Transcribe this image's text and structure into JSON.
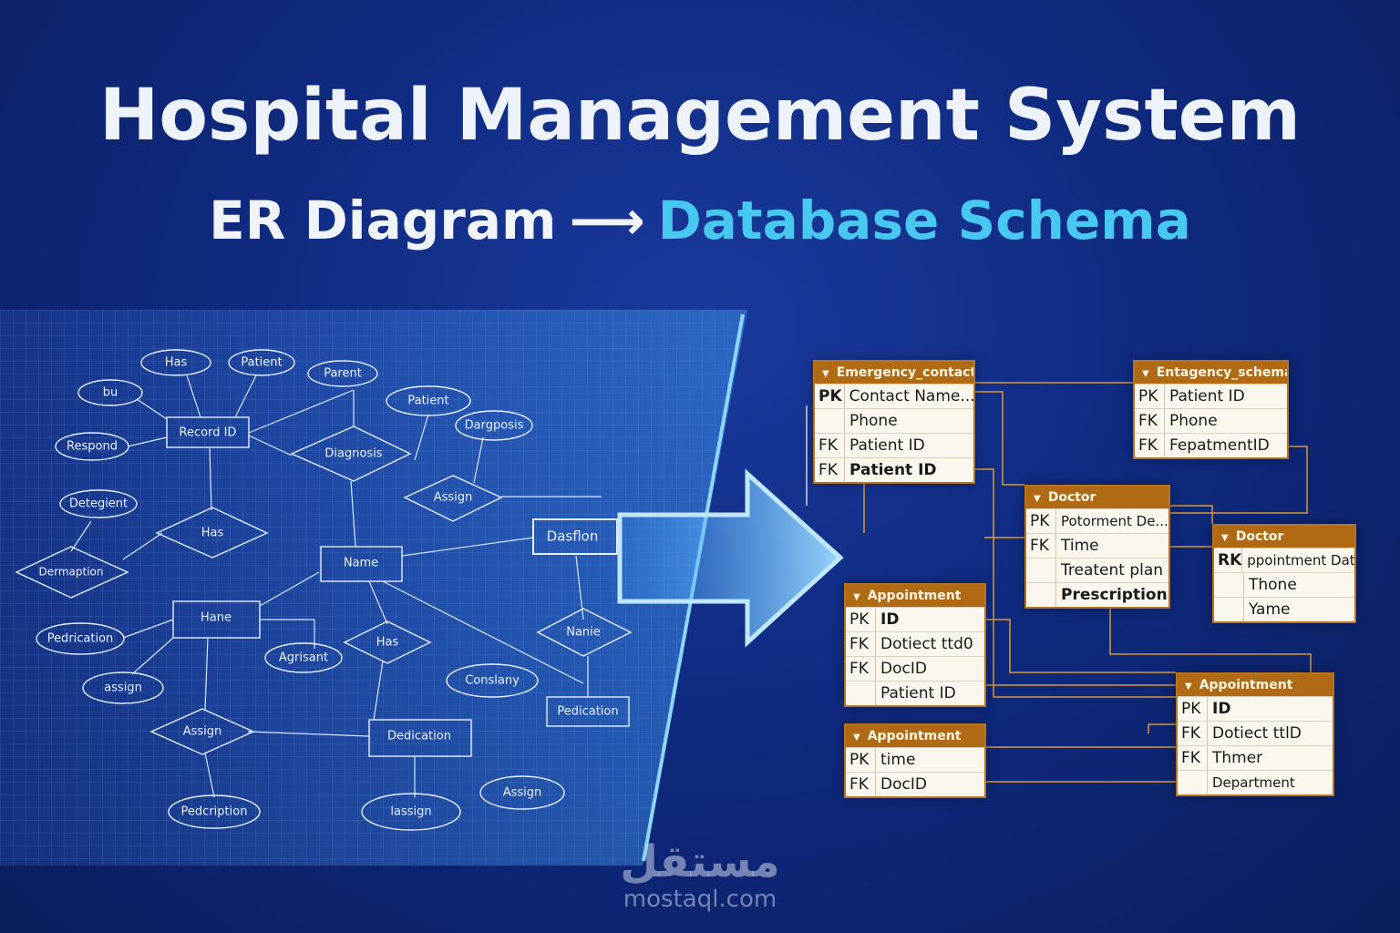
{
  "header": {
    "title": "Hospital Management System",
    "subtitle_left": "ER Diagram",
    "subtitle_arrow": "⟶",
    "subtitle_right": "Database Schema"
  },
  "er_diagram": {
    "nodes": [
      {
        "label": "Has"
      },
      {
        "label": "Patient"
      },
      {
        "label": "Parent"
      },
      {
        "label": "bu"
      },
      {
        "label": "Record ID"
      },
      {
        "label": "Patient"
      },
      {
        "label": "Diagnosis"
      },
      {
        "label": "Dargposis"
      },
      {
        "label": "Respond"
      },
      {
        "label": "Assign"
      },
      {
        "label": "Detegient"
      },
      {
        "label": "Has"
      },
      {
        "label": "Dasflon"
      },
      {
        "label": "Dermaption"
      },
      {
        "label": "Name"
      },
      {
        "label": "Hane"
      },
      {
        "label": "Pedrication"
      },
      {
        "label": "Agrisant"
      },
      {
        "label": "Has"
      },
      {
        "label": "Nanie"
      },
      {
        "label": "assign"
      },
      {
        "label": "Conslany"
      },
      {
        "label": "Pedication"
      },
      {
        "label": "Assign"
      },
      {
        "label": "Dedication"
      },
      {
        "label": "Assign"
      },
      {
        "label": "Pedcription"
      },
      {
        "label": "lassign"
      }
    ]
  },
  "schema": {
    "tables": [
      {
        "name": "Emergency_contact",
        "rows": [
          {
            "key": "PK",
            "col": "Contact Name..."
          },
          {
            "key": "",
            "col": "Phone"
          },
          {
            "key": "FK",
            "col": "Patient ID"
          },
          {
            "key": "FK",
            "col": "Patient ID"
          }
        ]
      },
      {
        "name": "Entagency_schema",
        "rows": [
          {
            "key": "PK",
            "col": "Patient ID"
          },
          {
            "key": "FK",
            "col": "Phone"
          },
          {
            "key": "FK",
            "col": "FepatmentID"
          }
        ]
      },
      {
        "name": "Doctor",
        "rows": [
          {
            "key": "PK",
            "col": "Potorment De..."
          },
          {
            "key": "FK",
            "col": "Time"
          },
          {
            "key": "",
            "col": "Treatent plan"
          },
          {
            "key": "",
            "col": "Prescription"
          }
        ]
      },
      {
        "name": "Doctor",
        "rows": [
          {
            "key": "RK",
            "col": "ppointment Dat..."
          },
          {
            "key": "",
            "col": "Thone"
          },
          {
            "key": "",
            "col": "Yame"
          }
        ]
      },
      {
        "name": "Appointment",
        "rows": [
          {
            "key": "PK",
            "col": "ID"
          },
          {
            "key": "FK",
            "col": "Dotiect ttd0"
          },
          {
            "key": "FK",
            "col": "DocID"
          },
          {
            "key": "",
            "col": "Patient ID"
          }
        ]
      },
      {
        "name": "Appointment",
        "rows": [
          {
            "key": "PK",
            "col": "time"
          },
          {
            "key": "FK",
            "col": "DocID"
          }
        ]
      },
      {
        "name": "Appointment",
        "rows": [
          {
            "key": "PK",
            "col": "ID"
          },
          {
            "key": "FK",
            "col": "Dotiect ttlD"
          },
          {
            "key": "FK",
            "col": "Thmer"
          },
          {
            "key": "",
            "col": "Department"
          }
        ]
      }
    ]
  },
  "watermark": {
    "arabic": "مستقل",
    "domain": "mostaql.com"
  },
  "colors": {
    "accent": "#48c8f0",
    "table_header": "#b06a14",
    "background": "#0f2a80"
  }
}
